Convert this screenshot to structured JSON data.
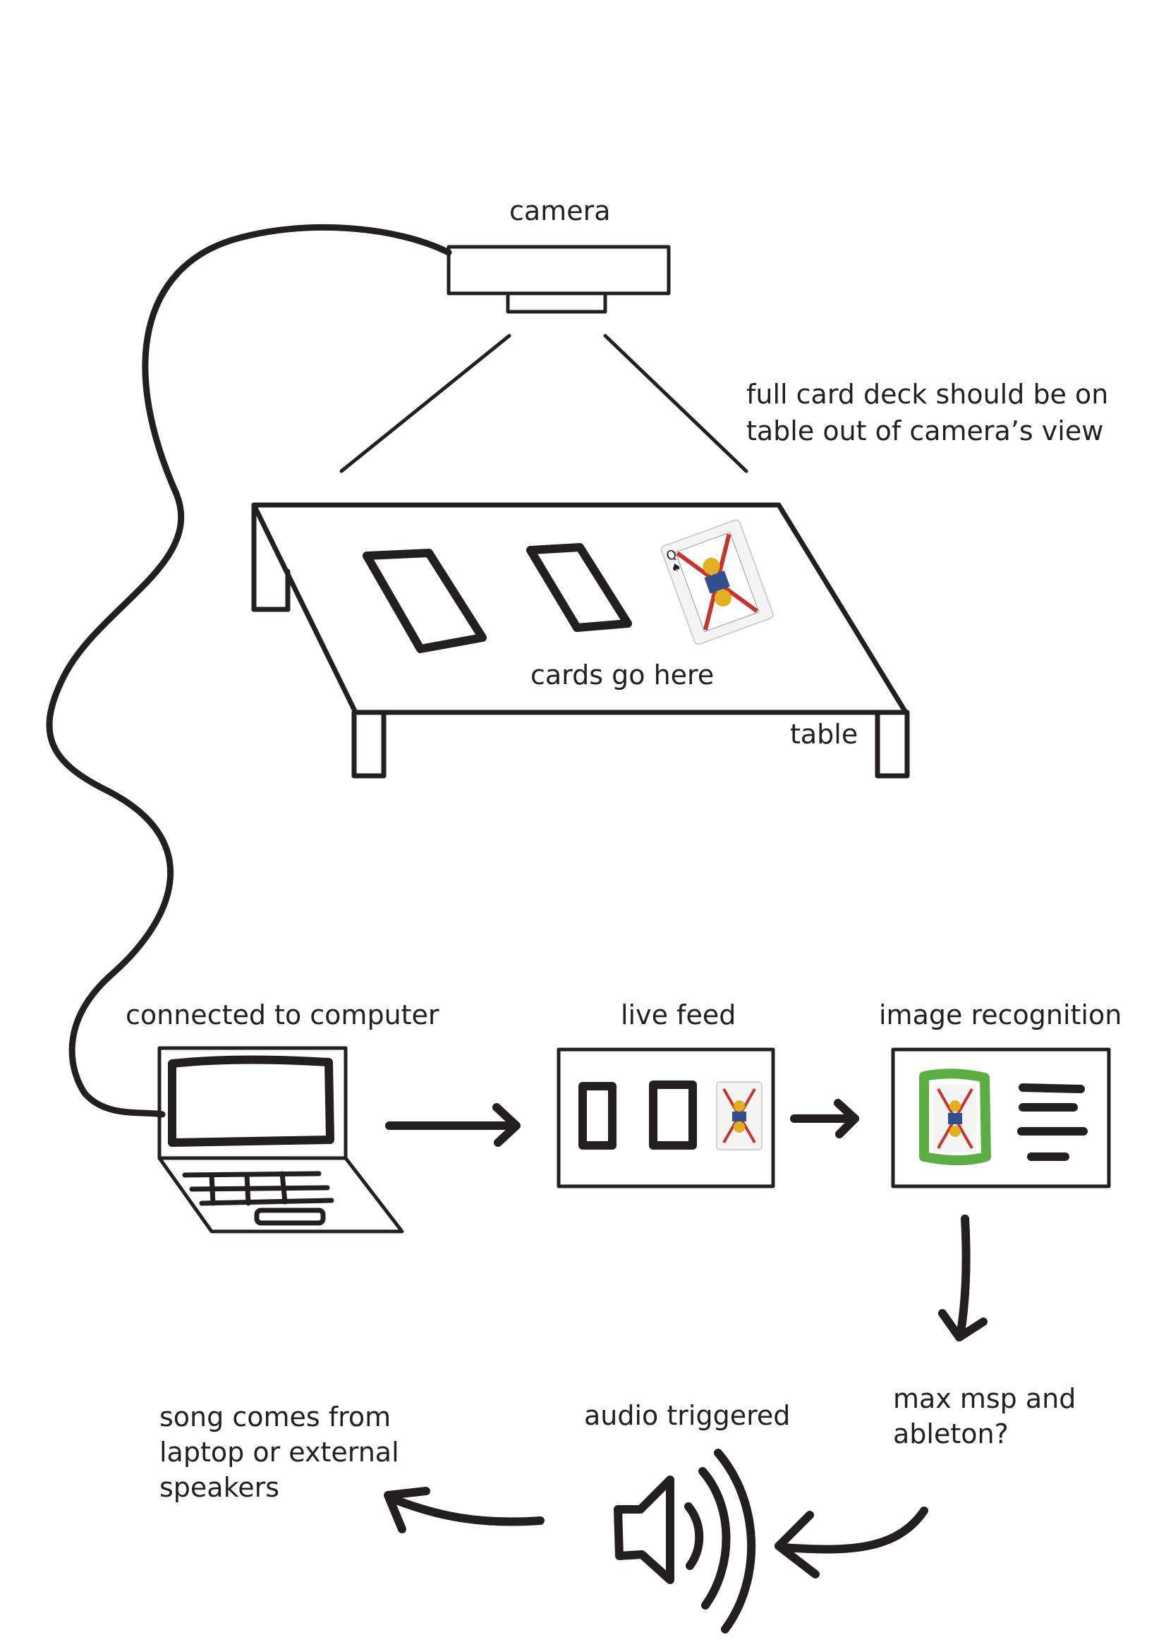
{
  "labels": {
    "camera": "camera",
    "deck_note_line1": "full card deck should be on",
    "deck_note_line2": "table out of camera’s view",
    "cards_go_here": "cards go here",
    "table": "table",
    "connected": "connected to computer",
    "live_feed": "live feed",
    "image_recognition": "image recognition",
    "max_line1": "max msp and",
    "max_line2": "ableton?",
    "audio_triggered": "audio triggered",
    "song_line1": "song comes from",
    "song_line2": "laptop or external",
    "song_line3": "speakers"
  },
  "card_face": {
    "rank": "Q",
    "suit": "♠"
  },
  "colors": {
    "ink": "#231f20",
    "recognition_highlight": "#5aae43",
    "card_red": "#c8332b",
    "card_gold": "#e0b021",
    "card_blue": "#2f4f8f"
  }
}
